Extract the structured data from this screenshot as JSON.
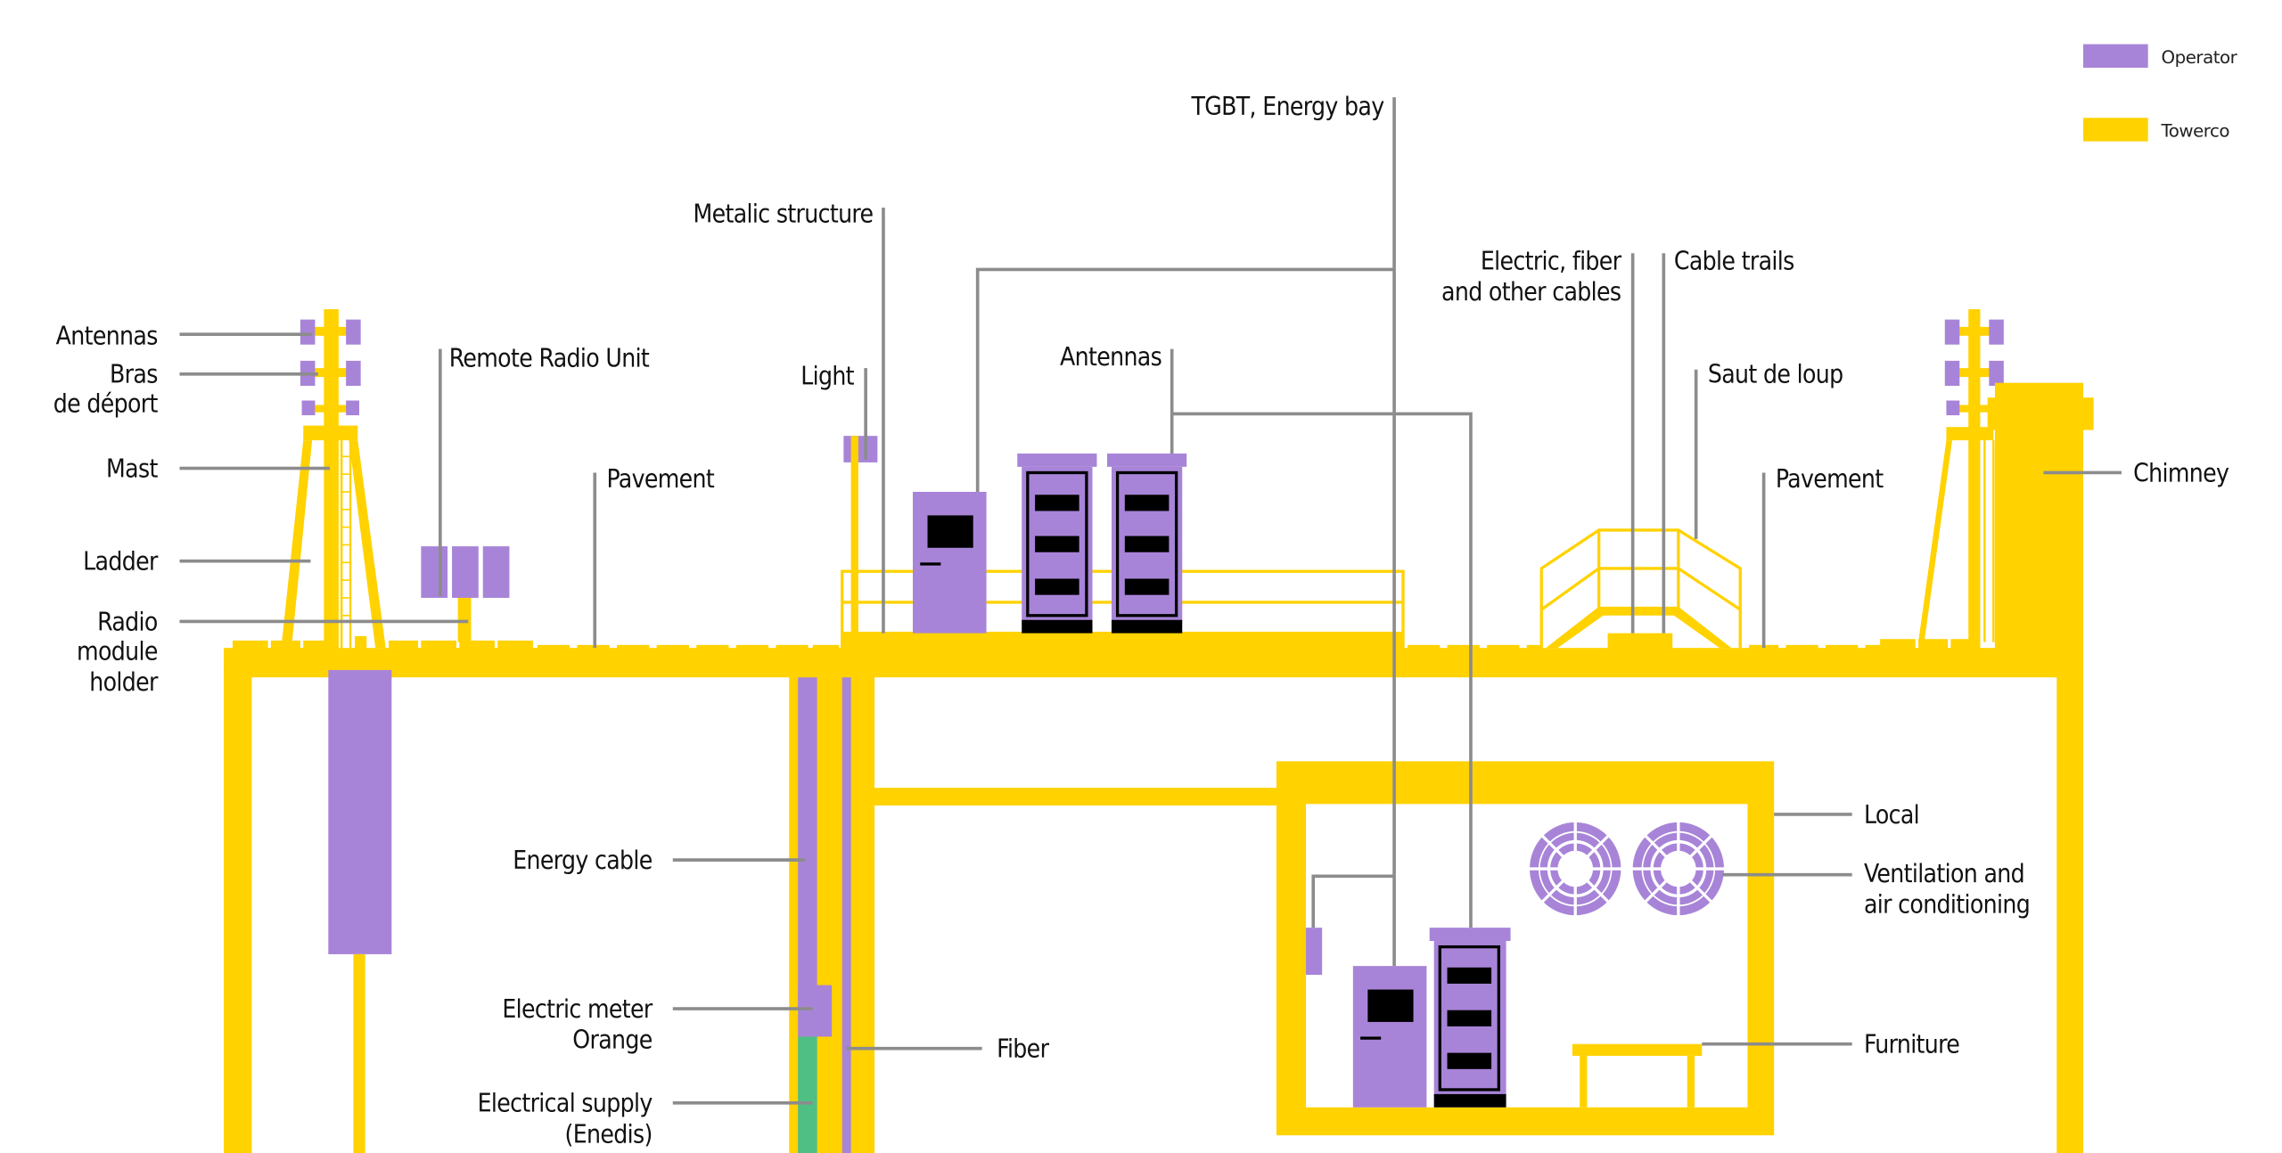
{
  "colors": {
    "operator": "#A884D8",
    "towerco": "#FFD200",
    "enedis_supply": "#4FBF84",
    "leader_line": "#8C8C8C",
    "text": "#111111"
  },
  "legend": [
    {
      "label": "Operator",
      "color": "#A884D8"
    },
    {
      "label": "Towerco",
      "color": "#FFD200"
    }
  ],
  "labels": {
    "antennas_left": "Antennas",
    "bras_line1": "Bras",
    "bras_line2": "de déport",
    "mast": "Mast",
    "ladder": "Ladder",
    "radio_line1": "Radio",
    "radio_line2": "module",
    "radio_line3": "holder",
    "remote_radio_unit": "Remote Radio Unit",
    "pavement_left": "Pavement",
    "metalic_structure": "Metalic structure",
    "light": "Light",
    "antennas_center": "Antennas",
    "tgbt": "TGBT, Energy bay",
    "electric_line1": "Electric, fiber",
    "electric_line2": "and other cables",
    "cable_trails": "Cable trails",
    "saut_de_loup": "Saut de loup",
    "pavement_right": "Pavement",
    "chimney": "Chimney",
    "local": "Local",
    "ventilation_line1": "Ventilation and",
    "ventilation_line2": "air conditioning",
    "furniture": "Furniture",
    "energy_cable": "Energy cable",
    "meter_line1": "Electric meter",
    "meter_line2": "Orange",
    "supply_line1": "Electrical supply",
    "supply_line2": "(Enedis)",
    "fiber": "Fiber"
  }
}
